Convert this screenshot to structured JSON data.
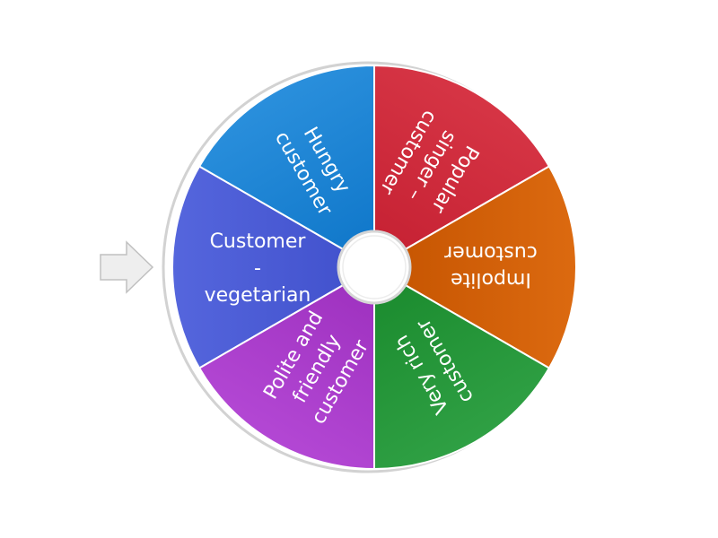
{
  "wheel": {
    "segments": [
      {
        "lines": [
          "Customer",
          "-",
          "vegetarian"
        ],
        "color": "#3f4fcb",
        "color_light": "#5566dd"
      },
      {
        "lines": [
          "Hungry",
          "customer"
        ],
        "color": "#0d75c8",
        "color_light": "#2a8fdc"
      },
      {
        "lines": [
          "Popular",
          "singer –",
          "customer"
        ],
        "color": "#c41f31",
        "color_light": "#d63545"
      },
      {
        "lines": [
          "Impolite",
          "customer"
        ],
        "color": "#c45300",
        "color_light": "#dc6a10"
      },
      {
        "lines": [
          "Very rich",
          "customer"
        ],
        "color": "#19892c",
        "color_light": "#2fa044"
      },
      {
        "lines": [
          "Polite and",
          "friendly",
          "customer"
        ],
        "color": "#9c2fbd",
        "color_light": "#b347d4"
      }
    ],
    "center_icon": "hub-circle",
    "pointer_icon": "right-arrow-icon"
  }
}
